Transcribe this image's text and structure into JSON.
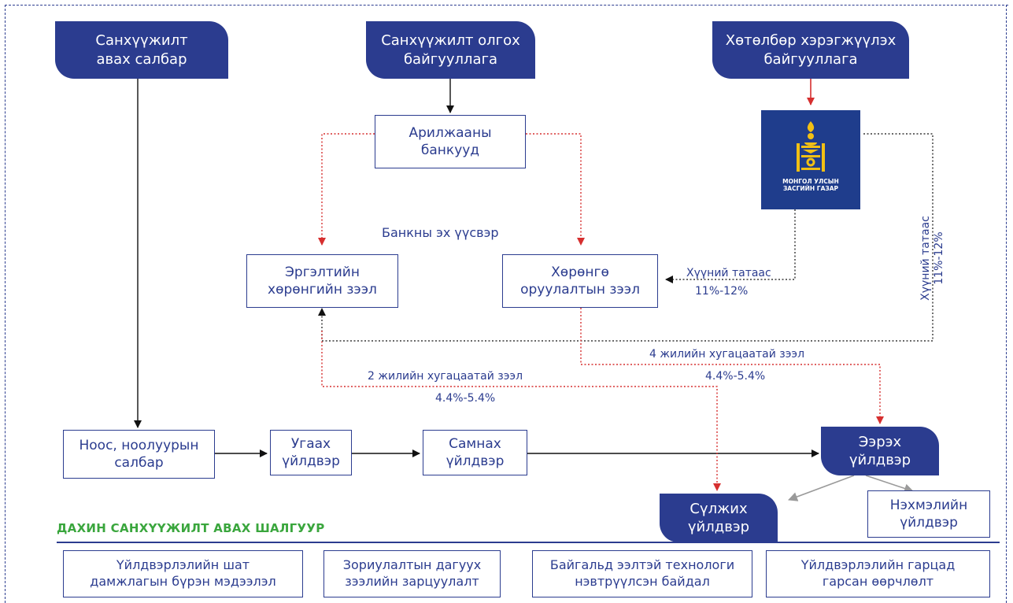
{
  "top": {
    "fund_sector": "Санхүүжилт\nавах салбар",
    "receiver_org": "Санхүүжилт олгох\nбайгууллага",
    "implementer_org": "Хөтөлбөр хэрэгжүүлэх\nбайгууллага"
  },
  "bank": {
    "commercial_banks": "Арилжааны\nбанкууд",
    "bank_source": "Банкны эх үүсвэр",
    "working_capital_loan": "Эргэлтийн\nхөрөнгийн зээл",
    "investment_loan": "Хөрөнгө\nоруулалтын зээл"
  },
  "logo": {
    "text": "МОНГОЛ УЛСЫН\nЗАСГИЙН ГАЗАР",
    "colors": {
      "background": "#1f3d8c",
      "emblem": "#f2c014"
    }
  },
  "labels": {
    "interest_subsidy_1": "Хүүний татаас",
    "rate_1": "11%-12%",
    "interest_subsidy_2": "Хүүний татаас",
    "rate_2": "11%-12%",
    "loan_4yr": "4 жилийн хугацаатай зээл",
    "loan_4yr_rate": "4.4%-5.4%",
    "loan_2yr": "2 жилийн хугацаатай зээл",
    "loan_2yr_rate": "4.4%-5.4%"
  },
  "chain": {
    "wool_sector": "Ноос, ноолуурын\nсалбар",
    "washing": "Угаах\nүйлдвэр",
    "combing": "Самнах\nүйлдвэр",
    "spinning": "Ээрэх\nүйлдвэр",
    "knitting": "Сүлжих\nүйлдвэр",
    "weaving": "Нэхмэлийн\nүйлдвэр"
  },
  "criteria": {
    "heading": "ДАХИН САНХҮҮЖИЛТ АВАХ ШАЛГУУР",
    "items": [
      "Үйлдвэрлэлийн шат\nдамжлагын бүрэн мэдээлэл",
      "Зориулалтын дагуух\nзээлийн зарцуулалт",
      "Байгальд ээлтэй технологи\nнэвтрүүлсэн байдал",
      "Үйлдвэрлэлийн гарцад\nгарсан өөрчлөлт"
    ]
  },
  "colors": {
    "navy": "#2b3c8f",
    "red_arrow": "#d62f2f",
    "green_heading": "#3aa63d",
    "gray_arrow": "#9a9a9a"
  }
}
